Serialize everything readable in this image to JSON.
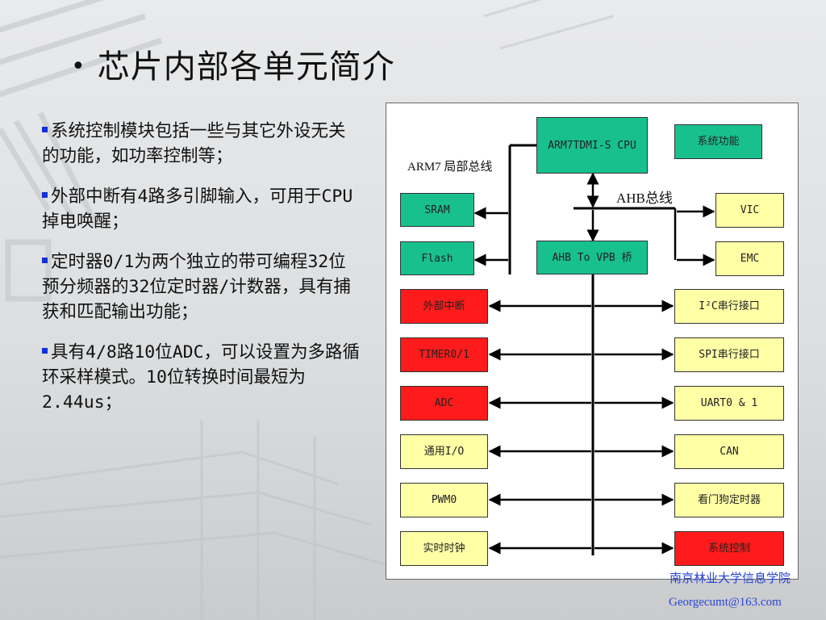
{
  "slide": {
    "title": "芯片内部各单元简介",
    "paragraphs": [
      "系统控制模块包括一些与其它外设无关的功能，如功率控制等；",
      "外部中断有4路多引脚输入，可用于CPU掉电唤醒；",
      "定时器0/1为两个独立的带可编程32位预分频器的32位定时器/计数器，具有捕获和匹配输出功能；",
      "具有4/8路10位ADC，可以设置为多路循环采样模式。10位转换时间最短为2.44us；"
    ],
    "footer": {
      "school": "南京林业大学信息学院",
      "email": "Georgecumt@163.com"
    }
  },
  "diagram": {
    "labels": {
      "local_bus": "ARM7 局部总线",
      "ahb_bus": "AHB总线"
    },
    "blocks": {
      "cpu": "ARM7TDMI-S CPU",
      "sysfunc": "系统功能",
      "sram": "SRAM",
      "flash": "Flash",
      "bridge": "AHB To VPB 桥",
      "vic": "VIC",
      "emc": "EMC",
      "ext_int": "外部中断",
      "timer": "TIMER0/1",
      "adc": "ADC",
      "gpio": "通用I/O",
      "pwm": "PWM0",
      "rtc": "实时时钟",
      "i2c": "I²C串行接口",
      "spi": "SPI串行接口",
      "uart": "UART0 & 1",
      "can": "CAN",
      "wdt": "看门狗定时器",
      "sysctrl": "系统控制"
    },
    "colors": {
      "green": "#18c08e",
      "yellow": "#ffffa6",
      "red": "#ff1b1b"
    }
  }
}
